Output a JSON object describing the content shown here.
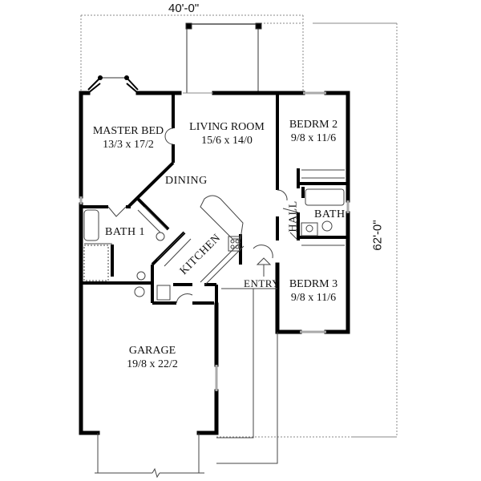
{
  "plan": {
    "overall_width": "40'-0\"",
    "overall_depth": "62'-0\"",
    "rooms": [
      {
        "name": "MASTER BED",
        "size": "13/3 x 17/2"
      },
      {
        "name": "LIVING ROOM",
        "size": "15/6 x 14/0"
      },
      {
        "name": "BEDRM 2",
        "size": "9/8 x 11/6"
      },
      {
        "name": "BEDRM 3",
        "size": "9/8 x 11/6"
      },
      {
        "name": "GARAGE",
        "size": "19/8 x 22/2"
      }
    ],
    "labels": {
      "dining": "DINING",
      "kitchen": "KITCHEN",
      "bath1": "BATH 1",
      "bath": "BATH",
      "hall": "HALL",
      "entry": "ENTRY"
    },
    "colors": {
      "wall": "#000000",
      "thin_line": "#555555",
      "window": "#aaaaaa",
      "dimension": "#888888"
    }
  }
}
